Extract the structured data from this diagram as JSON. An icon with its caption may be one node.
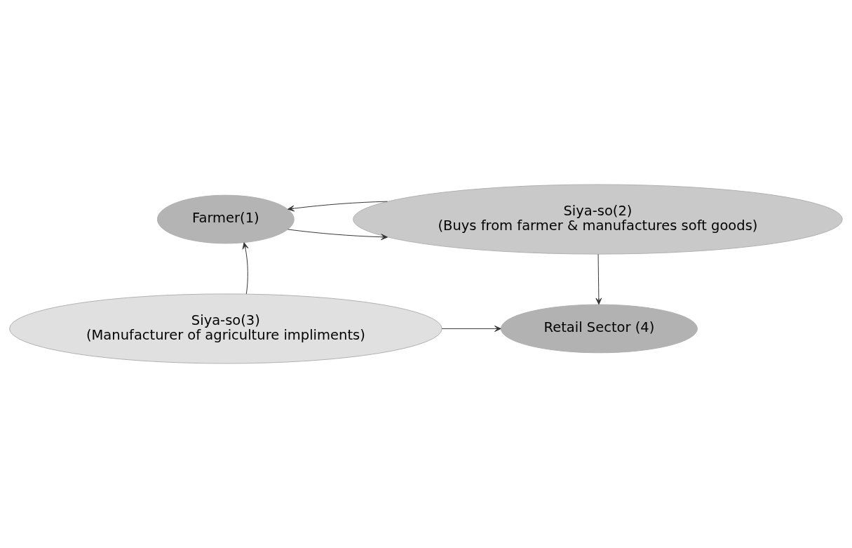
{
  "diagram": {
    "nodes": [
      {
        "text": [
          "Farmer(1)"
        ]
      },
      {
        "text": [
          "Siya-so(2)",
          "(Buys from farmer & manufactures soft goods)"
        ]
      },
      {
        "text": [
          "Siya-so(3)",
          "(Manufacturer of agriculture impliments)"
        ]
      },
      {
        "text": [
          "Retail Sector (4)"
        ]
      }
    ],
    "edges": [
      {
        "from": 0,
        "to": 1,
        "arrow": "to"
      },
      {
        "from": 1,
        "to": 0,
        "arrow": "to"
      },
      {
        "from": 2,
        "to": 0,
        "arrow": "to"
      },
      {
        "from": 1,
        "to": 3,
        "arrow": "to"
      },
      {
        "from": 2,
        "to": 3,
        "arrow": "to"
      }
    ]
  }
}
